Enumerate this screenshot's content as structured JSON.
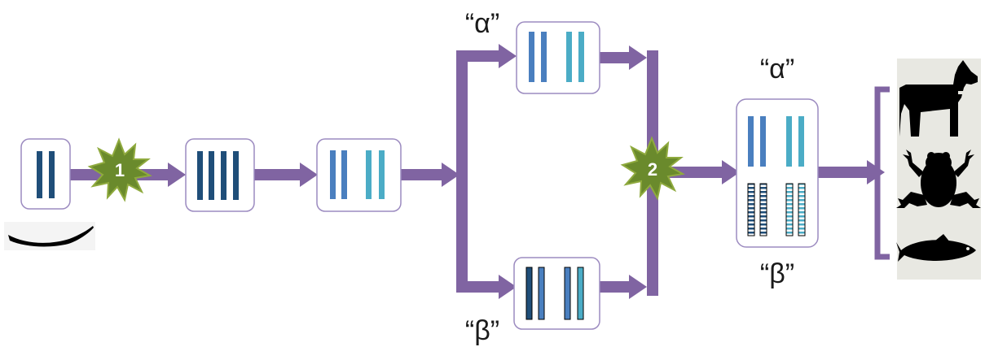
{
  "labels": {
    "alpha_top": "“α”",
    "beta_bottom": "“β”",
    "alpha_result": "“α”",
    "beta_result": "“β”"
  },
  "steps": {
    "step1": "1",
    "step2": "2"
  },
  "colors": {
    "arrow": "#8064a2",
    "box_border": "#9c8bc0",
    "gene_dark": "#1f4e79",
    "gene_mid": "#4a7fbf",
    "gene_teal": "#4bacc6",
    "burst_fill": "#6a8a2c",
    "burst_stroke": "#8faa3e",
    "panel_bg": "#e8e8e2",
    "silhouette": "#000000"
  },
  "organisms": {
    "ancestor": "lancelet-icon",
    "descendants": [
      "dog-icon",
      "frog-icon",
      "fish-icon"
    ]
  }
}
